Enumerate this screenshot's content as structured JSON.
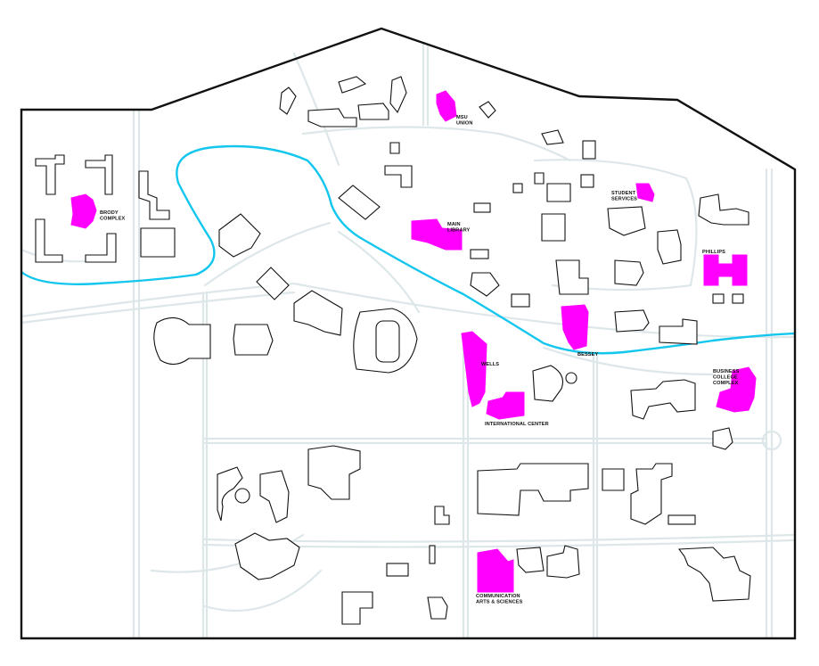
{
  "map": {
    "colors": {
      "highlight": "#ff00ff",
      "river": "#12c6ee",
      "roads": "#dde7ea",
      "outline": "#111111",
      "background": "#ffffff"
    },
    "labels": {
      "brody": [
        "BRODY",
        "COMPLEX"
      ],
      "msu_union": [
        "MSU",
        "UNION"
      ],
      "main_library": [
        "MAIN",
        "LIBRARY"
      ],
      "student_services": [
        "STUDENT",
        "SERVICES"
      ],
      "phillips": [
        "PHILLIPS"
      ],
      "bessey": [
        "BESSEY"
      ],
      "wells": [
        "WELLS"
      ],
      "international_center": [
        "INTERNATIONAL CENTER"
      ],
      "business_college": [
        "BUSINESS",
        "COLLEGE",
        "COMPLEX"
      ],
      "communication_arts": [
        "COMMUNICATION",
        "ARTS & SCIENCES"
      ]
    }
  }
}
